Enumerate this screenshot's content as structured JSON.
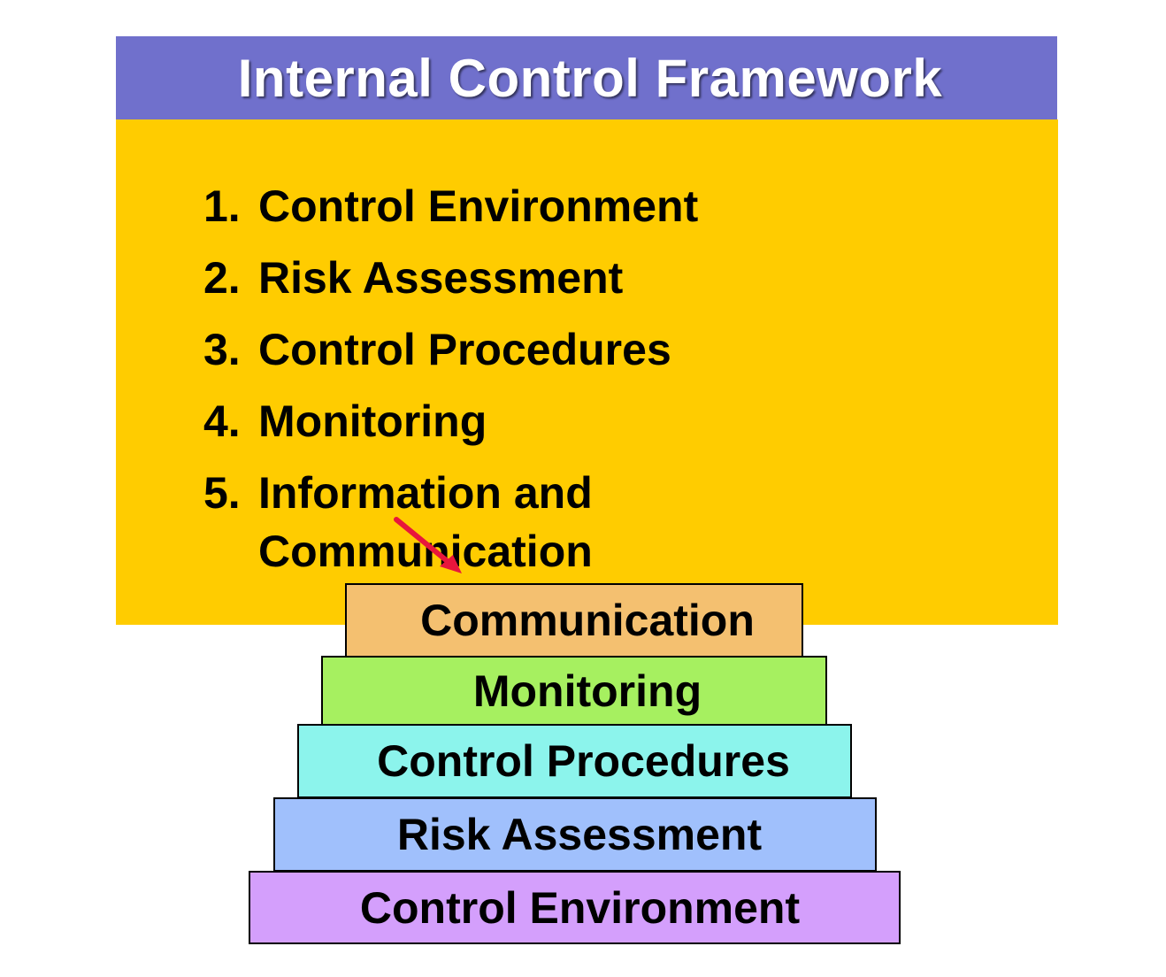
{
  "title": "Internal Control Framework",
  "list": [
    {
      "num": "1.",
      "label": "Control Environment"
    },
    {
      "num": "2.",
      "label": "Risk Assessment"
    },
    {
      "num": "3.",
      "label": "Control Procedures"
    },
    {
      "num": "4.",
      "label": "Monitoring"
    },
    {
      "num": "5.",
      "label_line1": "Information and",
      "label_line2": "Communication"
    }
  ],
  "pyramid": [
    {
      "label": "Communication",
      "color": "#f4c070"
    },
    {
      "label": "Monitoring",
      "color": "#a6f060"
    },
    {
      "label": "Control Procedures",
      "color": "#8cf4ec"
    },
    {
      "label": "Risk Assessment",
      "color": "#a0c0fc"
    },
    {
      "label": "Control Environment",
      "color": "#d49ffc"
    }
  ],
  "colors": {
    "title_bar": "#7070cc",
    "panel": "#ffcc00",
    "arrow": "#e8163c"
  }
}
